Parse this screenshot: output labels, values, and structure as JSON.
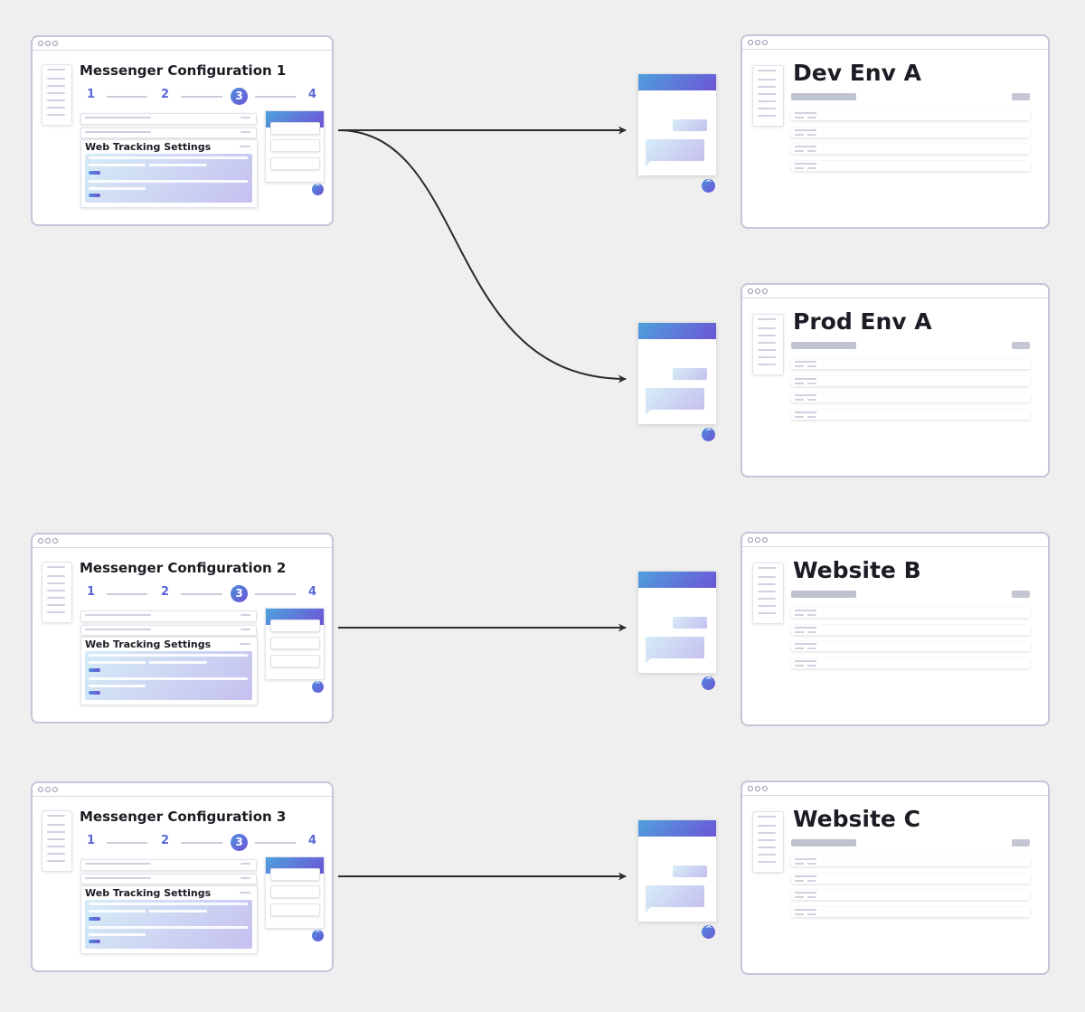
{
  "configs": [
    {
      "title": "Messenger Configuration 1",
      "section": "Web Tracking Settings"
    },
    {
      "title": "Messenger Configuration 2",
      "section": "Web Tracking Settings"
    },
    {
      "title": "Messenger Configuration 3",
      "section": "Web Tracking Settings"
    }
  ],
  "steps": [
    "1",
    "2",
    "3",
    "4"
  ],
  "active_step": "3",
  "targets": [
    {
      "title": "Dev Env A"
    },
    {
      "title": "Prod Env A"
    },
    {
      "title": "Website B"
    },
    {
      "title": "Website C"
    }
  ],
  "colors": {
    "background": "#efefef",
    "accent_start": "#4e8fdc",
    "accent_end": "#6d54d6",
    "step_color": "#5a67d8",
    "arrow": "#2b2b2b"
  },
  "icons": {
    "window_controls": "three-dots-icon",
    "launcher": "chevron-up-icon"
  }
}
